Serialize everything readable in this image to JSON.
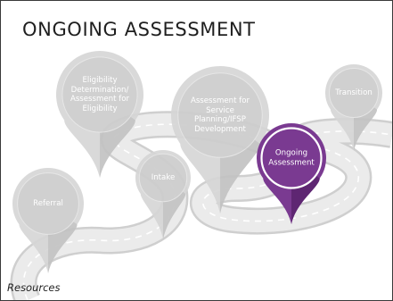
{
  "slide": {
    "title": "ONGOING ASSESSMENT",
    "resources_label": "Resources"
  },
  "stages": [
    {
      "id": "referral",
      "label": "Referral",
      "current": false
    },
    {
      "id": "eligibility",
      "label": "Eligibility\nDetermination/\nAssessment for\nEligibility",
      "current": false
    },
    {
      "id": "intake",
      "label": "Intake",
      "current": false
    },
    {
      "id": "assessment-ifsp",
      "label": "Assessment for\nService\nPlanning/IFSP\nDevelopment",
      "current": false
    },
    {
      "id": "ongoing-assessment",
      "label": "Ongoing\nAssessment",
      "current": true
    },
    {
      "id": "transition",
      "label": "Transition",
      "current": false
    }
  ],
  "colors": {
    "pin_inactive": "#d6d6d6",
    "pin_inactive_shadow": "#c3c3c3",
    "pin_current": "#7a3a91",
    "pin_current_shadow": "#5e2672",
    "road": "#e9e9e9",
    "road_edge": "#cfcfcf",
    "road_stripe": "#ffffff"
  }
}
